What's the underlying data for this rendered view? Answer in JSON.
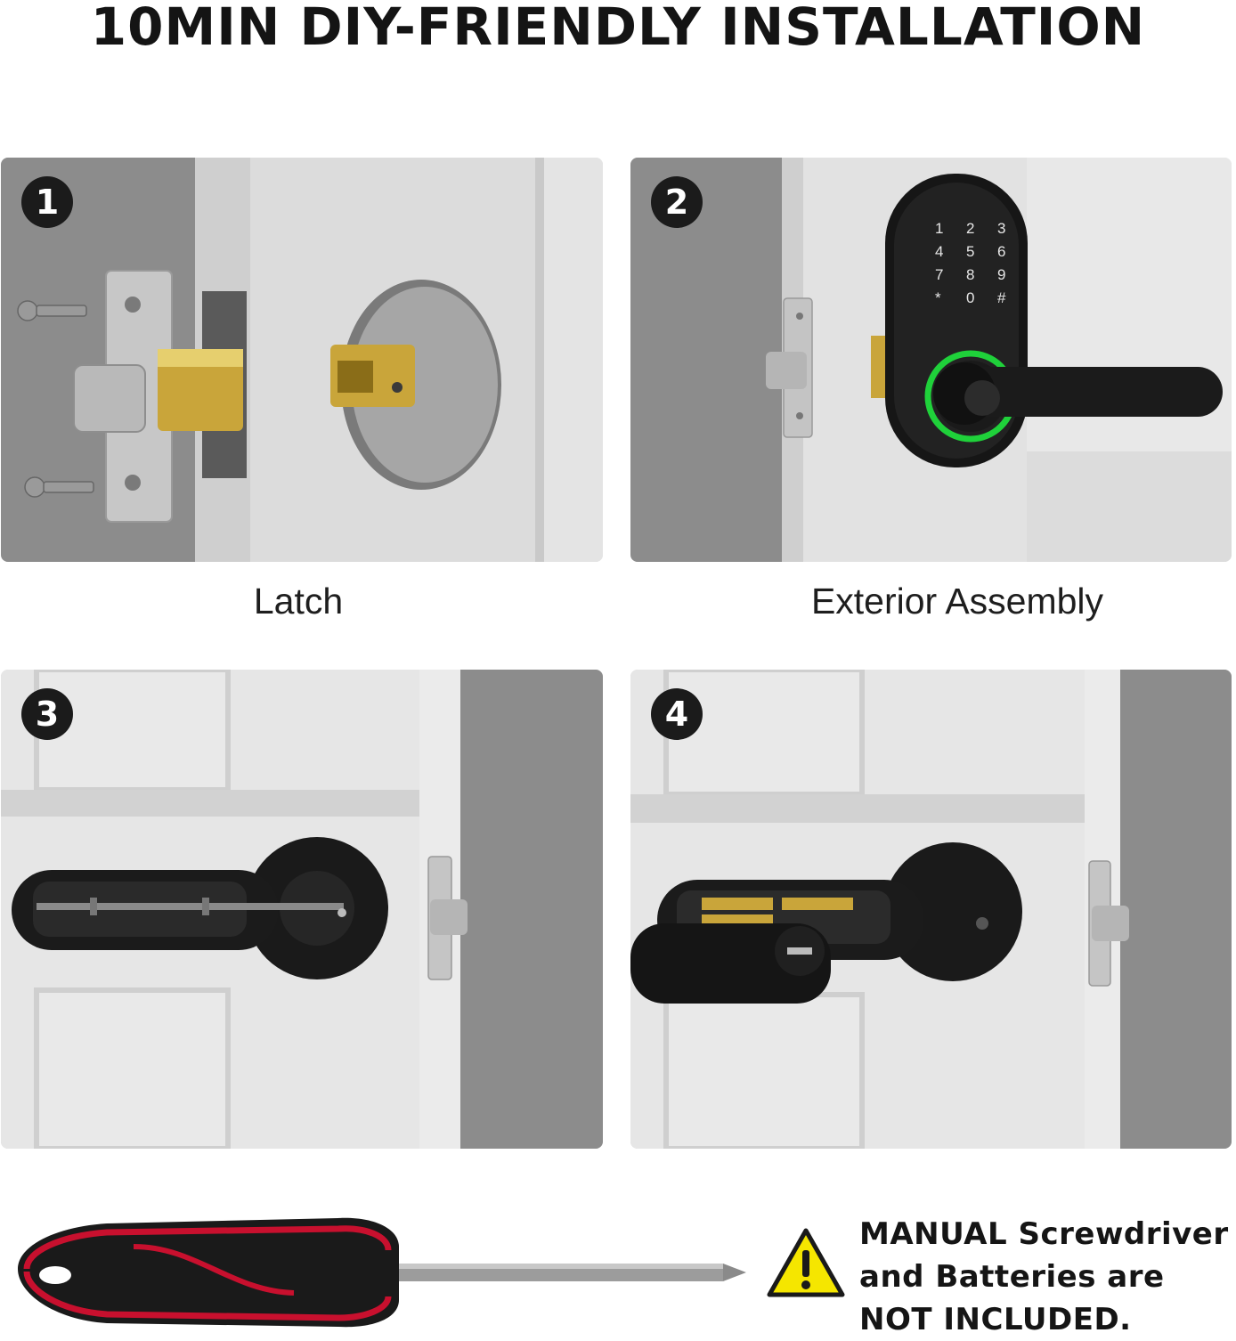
{
  "title": "10MIN DIY-FRIENDLY INSTALLATION",
  "steps": [
    {
      "number": "1",
      "caption": "Latch"
    },
    {
      "number": "2",
      "caption": "Exterior Assembly"
    },
    {
      "number": "3",
      "caption": ""
    },
    {
      "number": "4",
      "caption": ""
    }
  ],
  "keypad": [
    "1",
    "2",
    "3",
    "4",
    "5",
    "6",
    "7",
    "8",
    "9",
    "*",
    "0",
    "#"
  ],
  "notice": {
    "line1": "MANUAL Screwdriver",
    "line2": "and Batteries are",
    "line3": "NOT INCLUDED.",
    "icon": "warning-triangle-icon"
  },
  "colors": {
    "fingerprint_ring": "#1fd13a",
    "warning_yellow": "#f5e600",
    "handle_red": "#c8102e",
    "brass": "#c9a53a"
  }
}
